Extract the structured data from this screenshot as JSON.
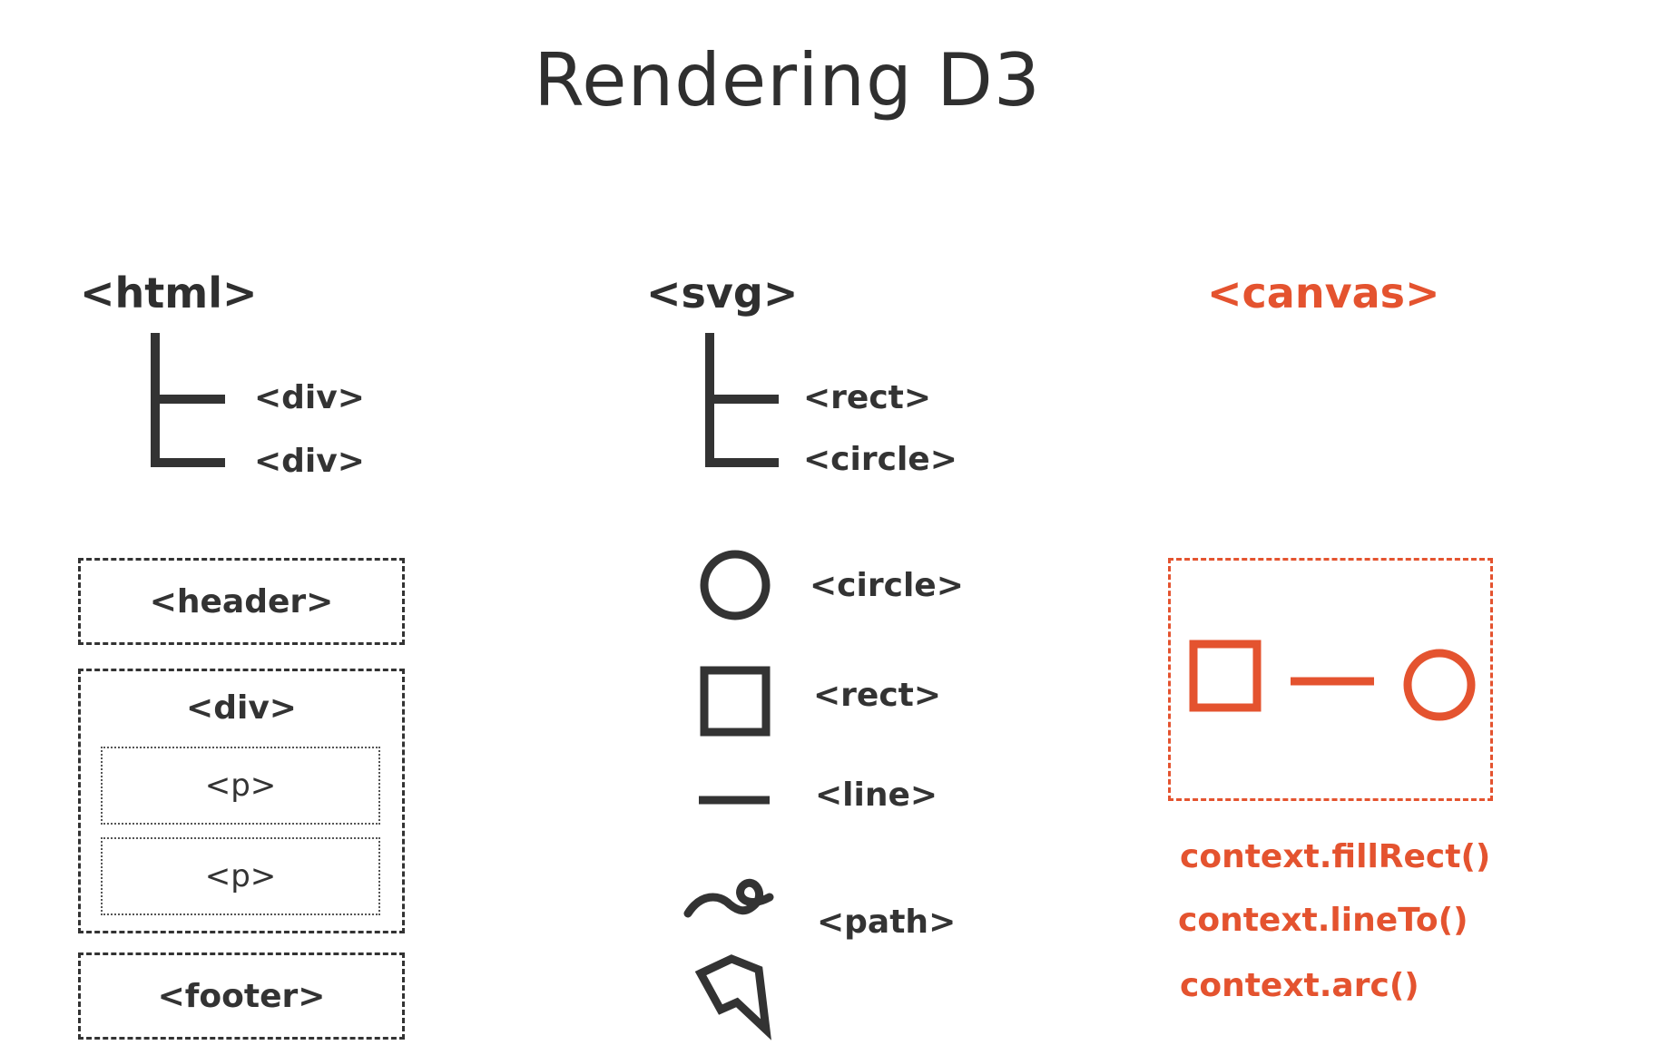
{
  "title": "Rendering D3",
  "colors": {
    "accent": "#e4532f",
    "dark": "#333333"
  },
  "html_column": {
    "heading": "<html>",
    "tree_children": [
      "<div>",
      "<div>"
    ],
    "header_box": "<header>",
    "div_box": "<div>",
    "p_boxes": [
      "<p>",
      "<p>"
    ],
    "footer_box": "<footer>"
  },
  "svg_column": {
    "heading": "<svg>",
    "tree_children": [
      "<rect>",
      "<circle>"
    ],
    "shapes": [
      {
        "icon": "circle-icon",
        "label": "<circle>"
      },
      {
        "icon": "square-icon",
        "label": "<rect>"
      },
      {
        "icon": "line-icon",
        "label": "<line>"
      },
      {
        "icon": "path-icon",
        "label": "<path>"
      }
    ]
  },
  "canvas_column": {
    "heading": "<canvas>",
    "icons": [
      "square-icon",
      "line-icon",
      "circle-icon"
    ],
    "methods": [
      "context.fillRect()",
      "context.lineTo()",
      "context.arc()"
    ]
  }
}
